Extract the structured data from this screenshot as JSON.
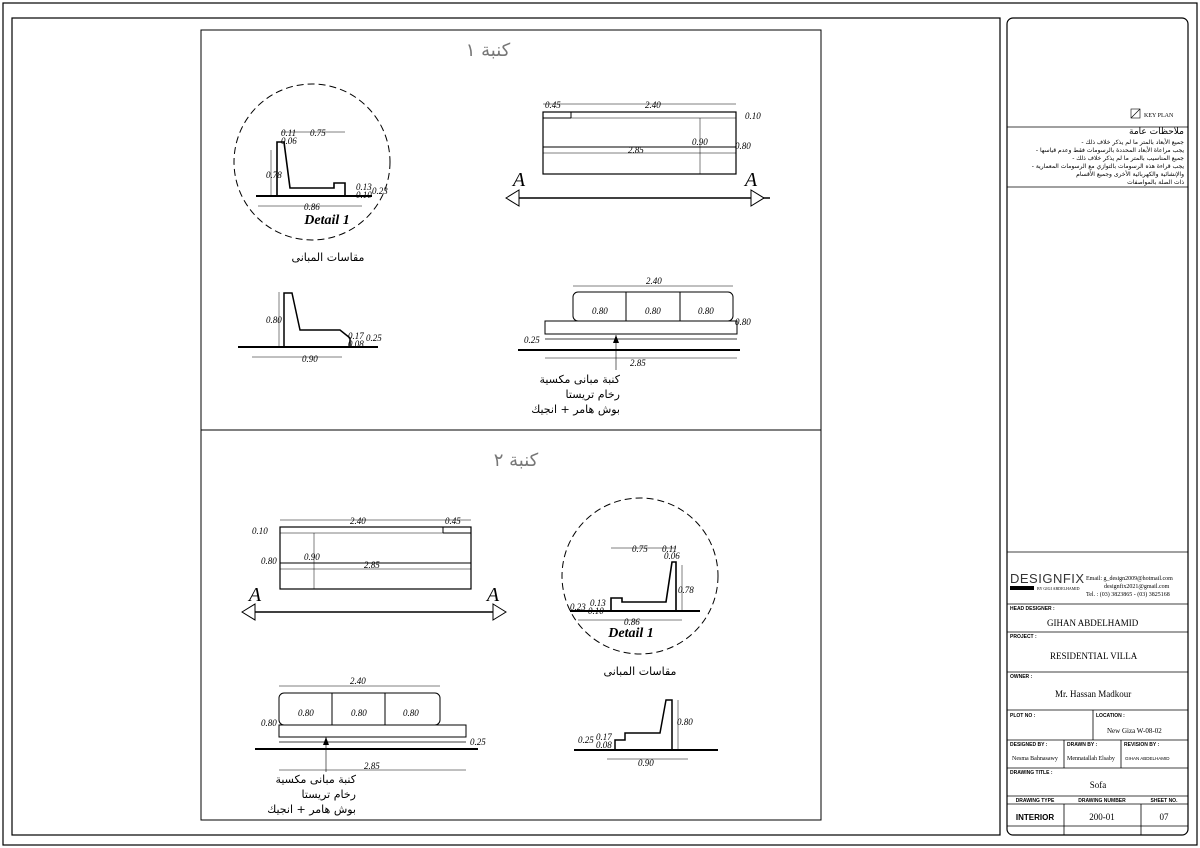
{
  "sections": {
    "top_title": "كنبة ١",
    "bottom_title": "كنبة ٢",
    "detail_label": "Detail 1",
    "section_mark": "A",
    "subtitle_building": "مقاسات المبانى",
    "note_lines": [
      "كنبة مبانى مكسية",
      "رخام تريستا",
      "بوش هامر + انجيك"
    ]
  },
  "dims": {
    "d011": "0.11",
    "d006": "0.06",
    "d075": "0.75",
    "d078": "0.78",
    "d013": "0.13",
    "d010": "0.10",
    "d023": "0.23",
    "d086": "0.86",
    "d080": "0.80",
    "d017": "0.17",
    "d008": "0.08",
    "d025": "0.25",
    "d090": "0.90",
    "d045": "0.45",
    "d240": "2.40",
    "d285": "2.85"
  },
  "title_block": {
    "key_plan": "KEY PLAN",
    "notes_title": "ملاحظات عامة",
    "notes": [
      "- جميع الأبعاد بالمتر ما لم يذكر خلاف ذلك",
      "- يجب مراعاة الأبعاد المحددة بالرسومات فقط وعدم قياسها",
      "- جميع المناسيب بالمتر ما لم يذكر خلاف ذلك",
      "- يجب قراءة هذه الرسومات بالتوازي مع الرسومات المعمارية",
      "والإنشائية والكهربائية الأخرى وجميع الأقسام",
      "ذات الصلة بالمواصفات"
    ],
    "logo_main": "DESIGNFIX",
    "logo_sub": "BY GIGI ABDELHAMID",
    "contact_email1": "Email: g_design2009@hotmail.com",
    "contact_email2": "designfix2021@gmail.com",
    "contact_tel": "Tel. : (03) 3823865 - (03) 3825168",
    "head_designer_label": "HEAD DESIGNER :",
    "head_designer": "GIHAN ABDELHAMID",
    "project_label": "PROJECT :",
    "project": "RESIDENTIAL VILLA",
    "owner_label": "OWNER :",
    "owner": "Mr. Hassan Madkour",
    "plot_label": "PLOT NO :",
    "location_label": "LOCATION :",
    "location": "New Giza W-08-02",
    "designed_label": "DESIGNED BY :",
    "designed": "Nesma Bahnasawy",
    "drawn_label": "DRAWN BY :",
    "drawn": "Mennatallah Elsaby",
    "revision_label": "REVISION BY :",
    "revision": "GIHAN ABDELHAMID",
    "drawing_title_label": "DRAWING TITLE :",
    "drawing_title": "Sofa",
    "type_label": "DRAWING TYPE",
    "number_label": "DRAWING NUMBER",
    "sheet_label": "SHEET NO.",
    "type": "INTERIOR",
    "number": "200-01",
    "sheet": "07"
  }
}
